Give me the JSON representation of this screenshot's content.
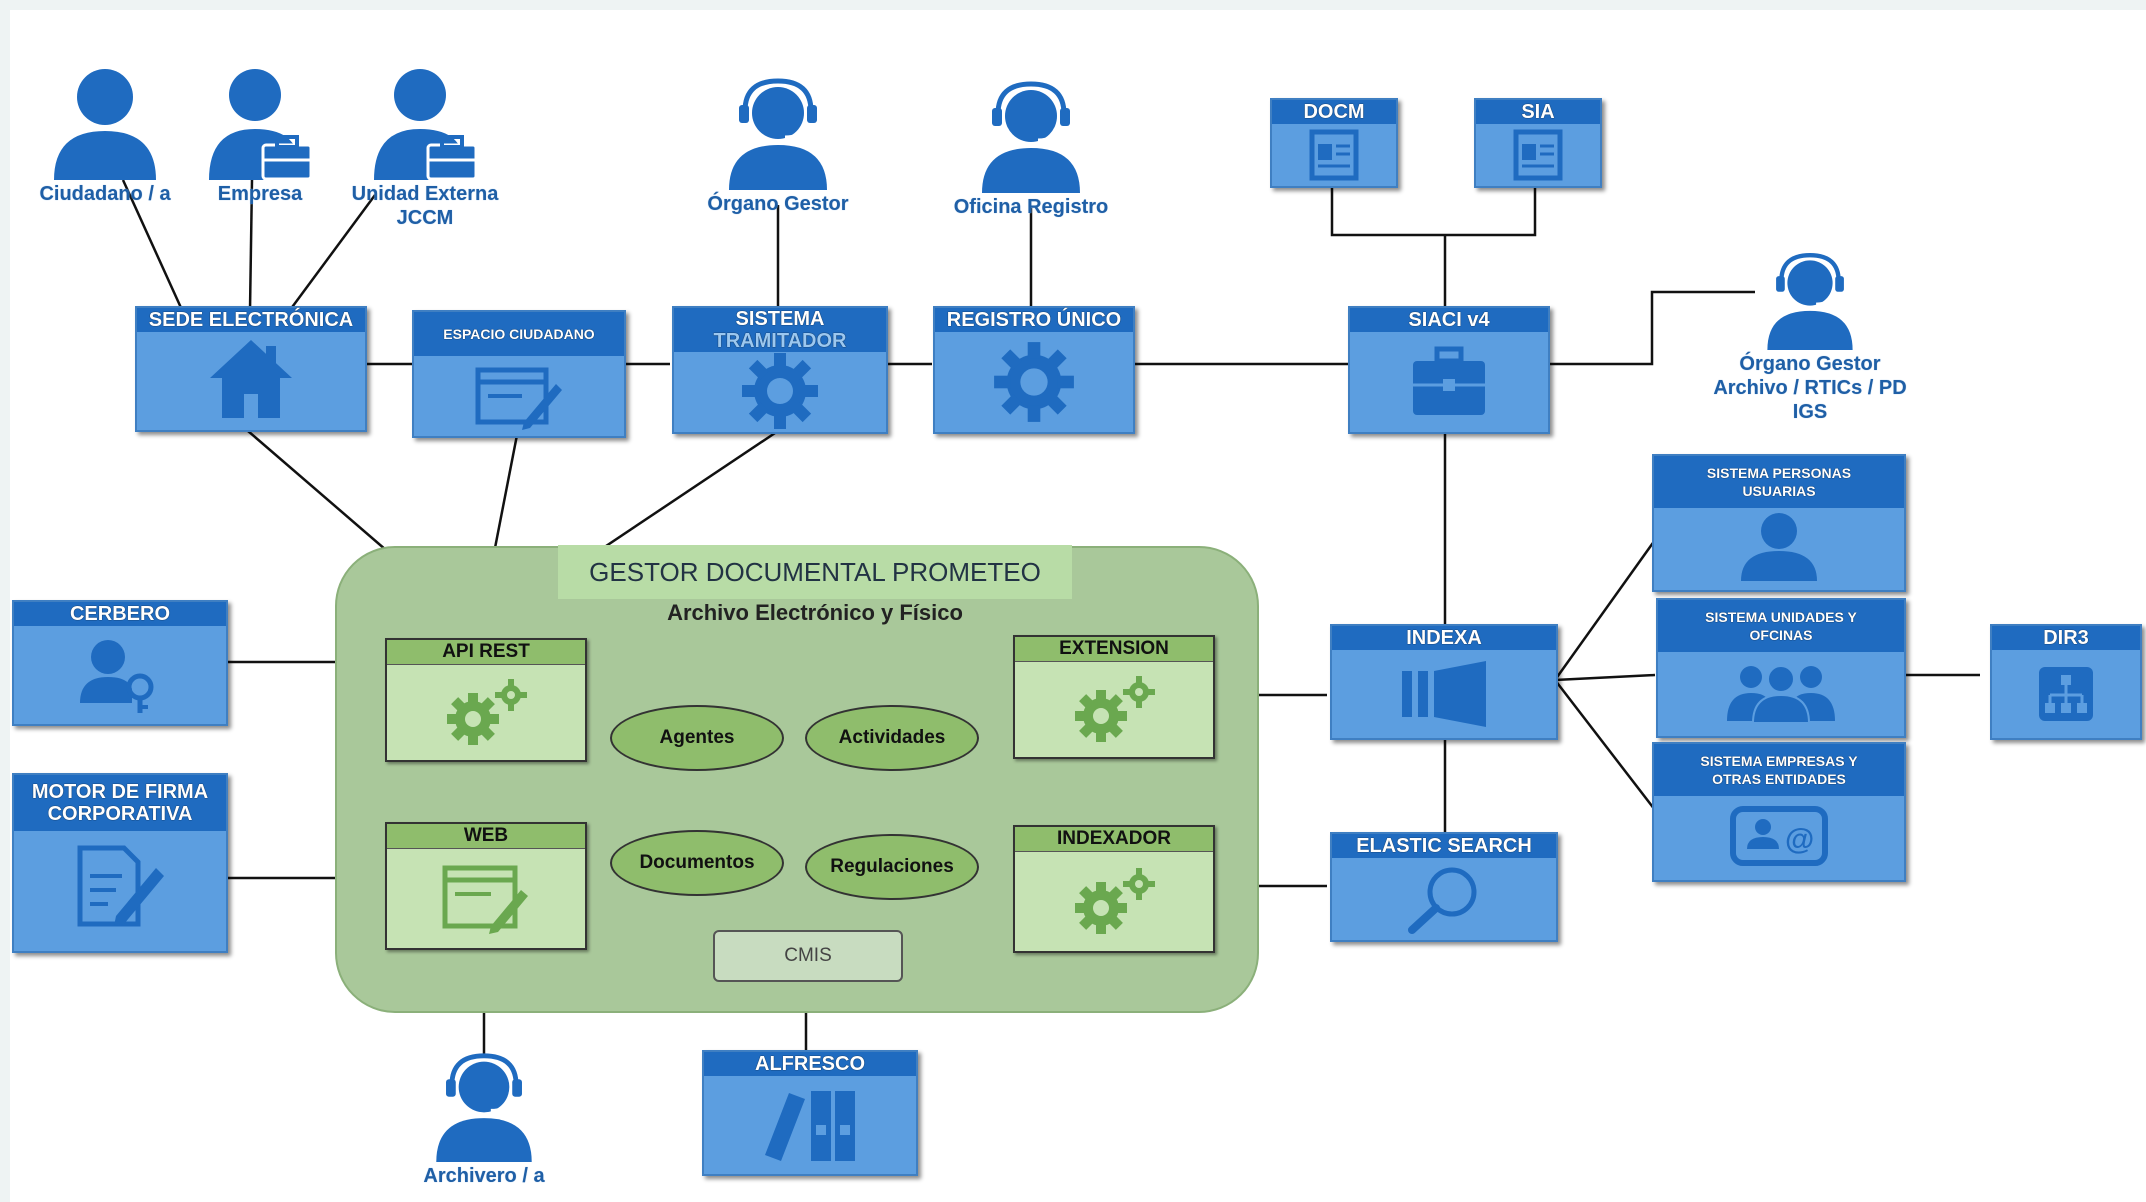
{
  "actors": {
    "ciudadano": "Ciudadano / a",
    "empresa": "Empresa",
    "unidad_externa": [
      "Unidad Externa",
      "JCCM"
    ],
    "organo_gestor": "Órgano Gestor",
    "oficina_registro": "Oficina Registro",
    "organo_gestor_archivo": [
      "Órgano Gestor",
      "Archivo / RTICs / PD",
      "IGS"
    ],
    "archivero": "Archivero / a"
  },
  "boxes": {
    "sede": "SEDE ELECTRÓNICA",
    "espacio": "ESPACIO CIUDADANO",
    "tramitador": [
      "SISTEMA",
      "TRAMITADOR"
    ],
    "registro": "REGISTRO ÚNICO",
    "docm": "DOCM",
    "sia": "SIA",
    "siaci": "SIACI v4",
    "cerbero": "CERBERO",
    "motor_firma": [
      "MOTOR DE FIRMA",
      "CORPORATIVA"
    ],
    "indexa": "INDEXA",
    "elastic": "ELASTIC SEARCH",
    "alfresco": "ALFRESCO",
    "personas": [
      "SISTEMA PERSONAS",
      "USUARIAS"
    ],
    "unidades": [
      "SISTEMA UNIDADES Y",
      "OFCINAS"
    ],
    "empresas": [
      "SISTEMA EMPRESAS Y",
      "OTRAS ENTIDADES"
    ],
    "dir3": "DIR3"
  },
  "gestor": {
    "title": "GESTOR DOCUMENTAL PROMETEO",
    "subtitle": "Archivo Electrónico y Físico",
    "api_rest": "API REST",
    "web": "WEB",
    "extension": "EXTENSION",
    "indexador": "INDEXADOR",
    "agentes": "Agentes",
    "actividades": "Actividades",
    "documentos": "Documentos",
    "regulaciones": "Regulaciones",
    "cmis": "CMIS"
  },
  "colors": {
    "box_fill": "#5c9ee0",
    "box_header": "#1f6bc0",
    "actor_blue": "#1f6bc0",
    "gestor_fill": "#a9c89a",
    "gear_green": "#6aa84f"
  }
}
